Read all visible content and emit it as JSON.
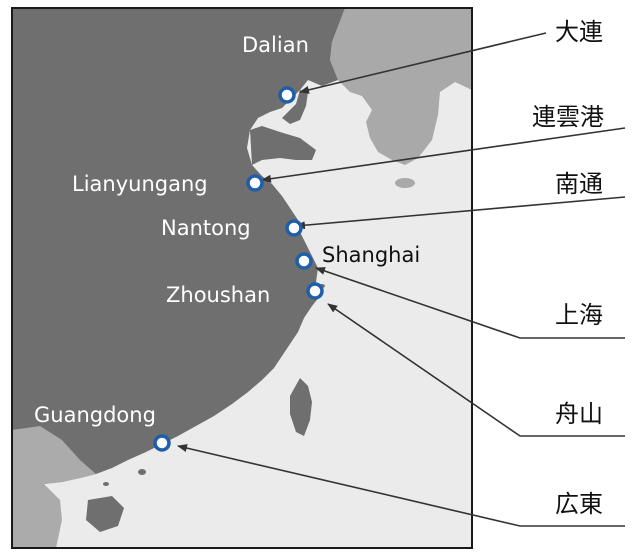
{
  "map": {
    "colors": {
      "sea": "#ebebeb",
      "china": "#6f6f6f",
      "korea": "#a9a9a9",
      "other_land": "#ababab",
      "frame": "#1a1a1a",
      "marker": "#1f5fa8",
      "arrow": "#333333",
      "city_text": "#ffffff",
      "label_text": "#111111"
    },
    "cities": [
      {
        "id": "dalian",
        "name": "Dalian",
        "jp": "大連"
      },
      {
        "id": "lianyungang",
        "name": "Lianyungang",
        "jp": "連雲港"
      },
      {
        "id": "nantong",
        "name": "Nantong",
        "jp": "南通"
      },
      {
        "id": "shanghai",
        "name": "Shanghai",
        "jp": "上海"
      },
      {
        "id": "zhoushan",
        "name": "Zhoushan",
        "jp": "舟山"
      },
      {
        "id": "guangdong",
        "name": "Guangdong",
        "jp": "広東"
      }
    ]
  }
}
